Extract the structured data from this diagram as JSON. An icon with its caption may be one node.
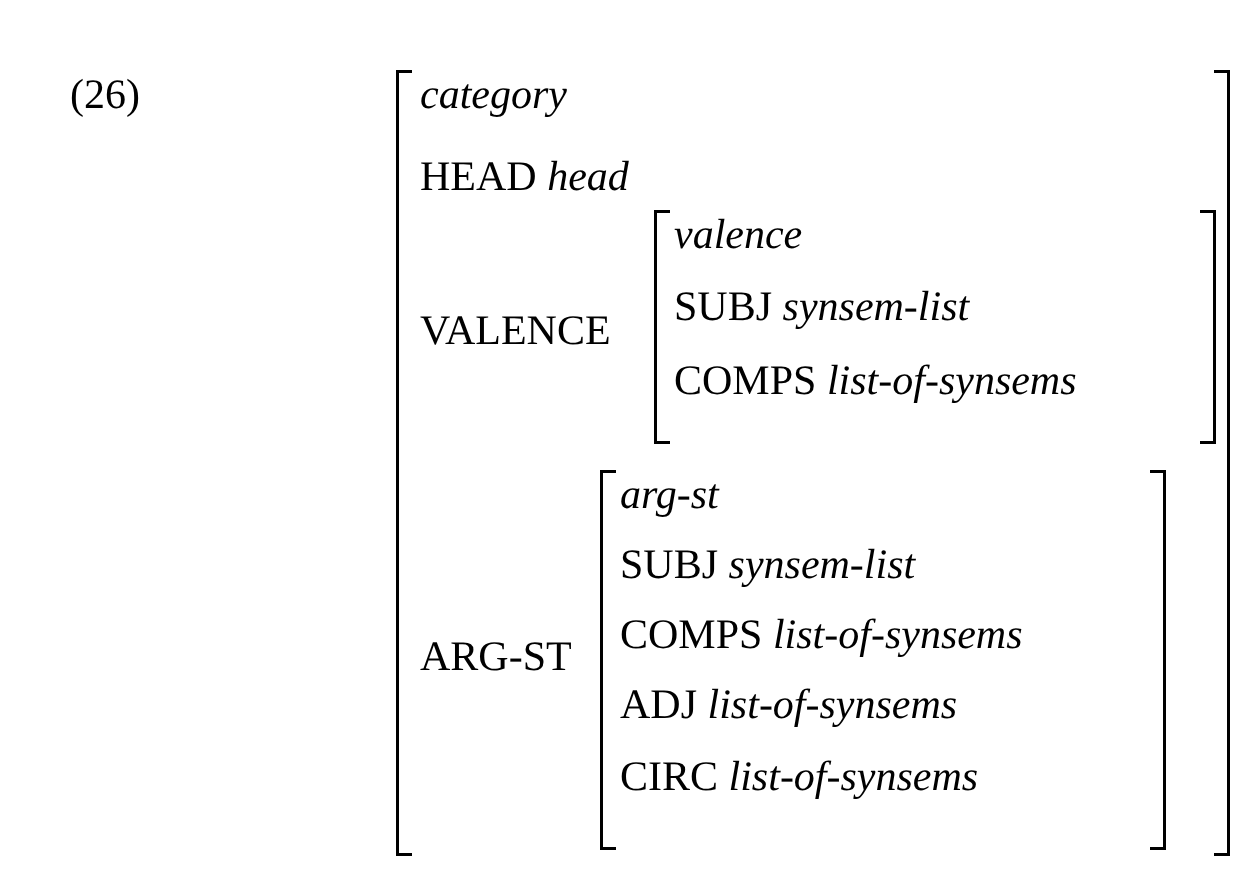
{
  "diagram": {
    "nodes": [
      {
        "text": [
          "category",
          "HEAD *head*",
          "VALENCE",
          "ARG-ST"
        ]
      },
      {
        "text": [
          "valence",
          "SUBJ *synsem-list*",
          "COMPS *list-of-synsems*"
        ],
        "in": 0
      },
      {
        "text": [
          "arg-st",
          "SUBJ *synsem-list*",
          "COMPS *list-of-synsems*",
          "ADJ *list-of-synsems*",
          "CIRC *list-of-synsems*"
        ],
        "in": 0
      }
    ],
    "labels": [
      "(26)"
    ]
  }
}
